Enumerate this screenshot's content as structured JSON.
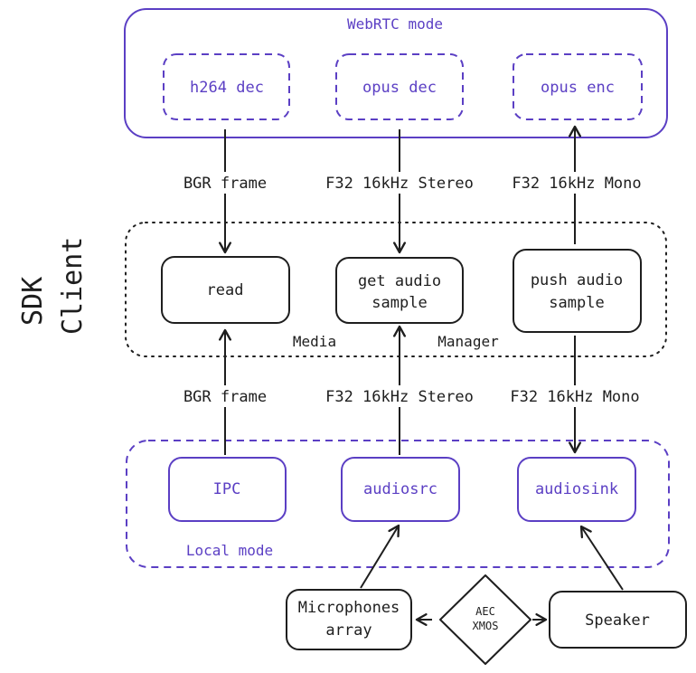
{
  "colors": {
    "accent": "#5b3fc4",
    "ink": "#1e1e1e",
    "background": "#ffffff"
  },
  "side_label": {
    "line1": "SDK",
    "line2": "Client"
  },
  "webrtc": {
    "title": "WebRTC mode",
    "boxes": [
      "h264 dec",
      "opus dec",
      "opus enc"
    ]
  },
  "media_manager": {
    "label_left": "Media",
    "label_right": "Manager",
    "boxes": {
      "read": "read",
      "get_audio": [
        "get audio",
        "sample"
      ],
      "push_audio": [
        "push audio",
        "sample"
      ]
    }
  },
  "edges": {
    "upper": [
      "BGR frame",
      "F32 16kHz Stereo",
      "F32 16kHz Mono"
    ],
    "lower": [
      "BGR frame",
      "F32 16kHz Stereo",
      "F32 16kHz Mono"
    ]
  },
  "local": {
    "title": "Local mode",
    "boxes": [
      "IPC",
      "audiosrc",
      "audiosink"
    ]
  },
  "hardware": {
    "microphones": [
      "Microphones",
      "array"
    ],
    "aec": [
      "AEC",
      "XMOS"
    ],
    "speaker": "Speaker"
  }
}
